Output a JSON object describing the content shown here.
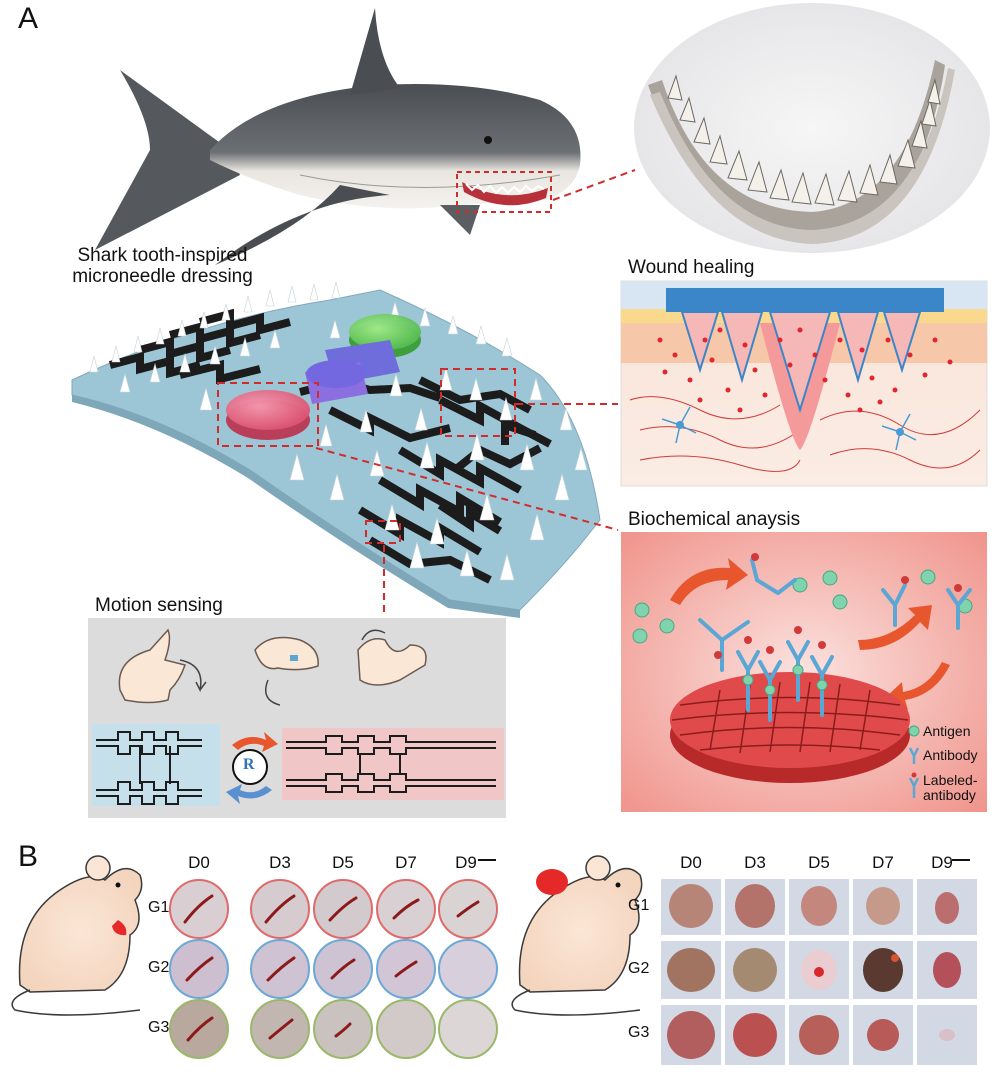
{
  "panels": {
    "a": "A",
    "b": "B"
  },
  "labels": {
    "dressing_line1": "Shark tooth-inspired",
    "dressing_line2": "microneedle dressing",
    "wound_healing": "Wound healing",
    "biochemical": "Biochemical anaysis",
    "motion_sensing": "Motion sensing",
    "resistance_symbol": "R"
  },
  "legend": {
    "antigen": "Antigen",
    "antibody": "Antibody",
    "labeled_line1": "Labeled-",
    "labeled_line2": "antibody"
  },
  "panel_b": {
    "days": [
      "D0",
      "D3",
      "D5",
      "D7",
      "D9"
    ],
    "groups": [
      "G1",
      "G2",
      "G3"
    ]
  },
  "colors": {
    "accent_red": "#d22b2b",
    "dressing_blue": "#9cc6d6",
    "circuit_black": "#1c1c1c",
    "g1_ring": "#e06a6a",
    "g2_ring": "#6aa8d8",
    "g3_ring": "#9ab86a"
  }
}
